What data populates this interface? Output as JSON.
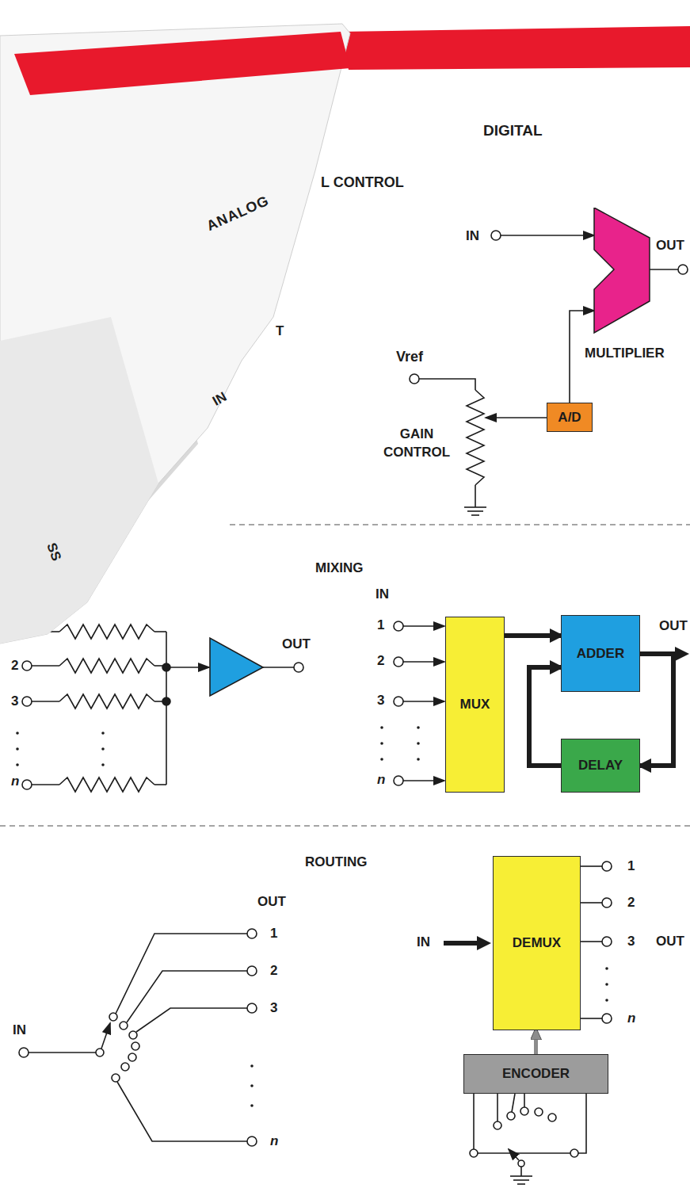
{
  "diagram": {
    "nodes": [
      {
        "text": [
          "MULTIPLIER"
        ]
      },
      {
        "text": [
          "A/D"
        ]
      },
      {
        "text": [
          "MUX"
        ]
      },
      {
        "text": [
          "ADDER"
        ]
      },
      {
        "text": [
          "DELAY"
        ]
      },
      {
        "text": [
          "DEMUX"
        ]
      },
      {
        "text": [
          "ENCODER"
        ]
      }
    ],
    "edges": [
      {
        "from": 1,
        "to": 0,
        "arrow": "to"
      },
      {
        "from": 2,
        "to": 3,
        "arrow": "to"
      },
      {
        "from": 3,
        "to": 4,
        "arrow": "to"
      },
      {
        "from": 4,
        "to": 3,
        "arrow": "to"
      },
      {
        "from": 6,
        "to": 5,
        "arrow": "to"
      }
    ],
    "labels": [
      "ANALOG",
      "L CONTROL",
      "DIGITAL",
      "IN",
      "OUT",
      "Vref",
      "GAIN CONTROL",
      "T",
      "IN",
      "SS",
      "MIXING",
      "2",
      "3",
      "n",
      "OUT",
      "IN",
      "1",
      "2",
      "3",
      "n",
      "OUT",
      "ROUTING",
      "OUT",
      "1",
      "2",
      "3",
      "n",
      "IN",
      "IN",
      "1",
      "2",
      "3",
      "OUT",
      "n"
    ]
  }
}
